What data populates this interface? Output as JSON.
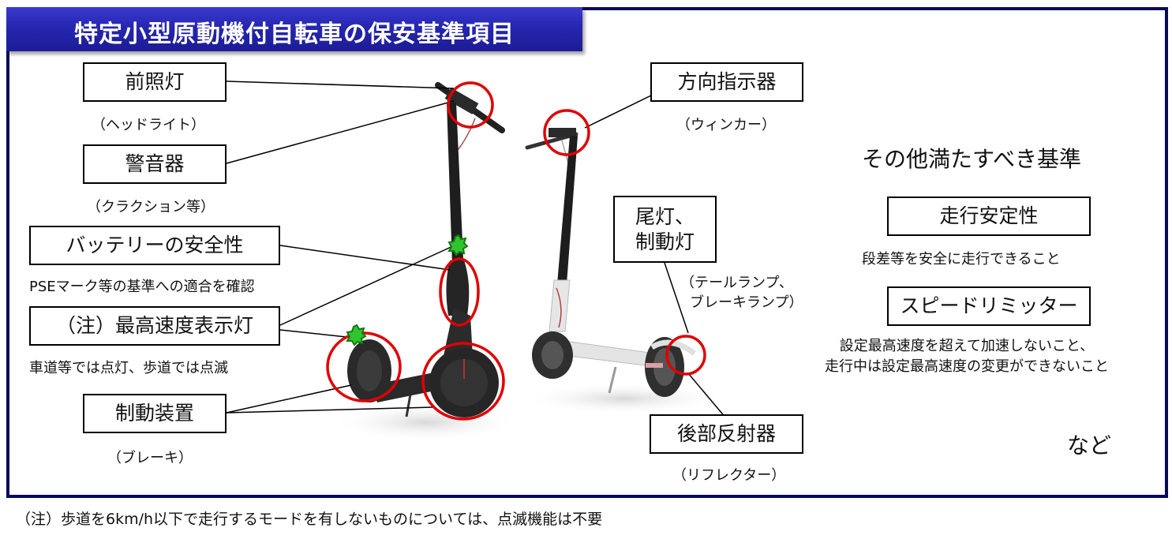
{
  "title": "特定小型原動機付自転車の保安基準項目",
  "colors": {
    "frame_border": "#0a0a5a",
    "title_bg": "#2626b0",
    "marker_circle": "#e00000",
    "marker_star": "#22aa22"
  },
  "left_items": [
    {
      "label": "前照灯",
      "note": "（ヘッドライト）"
    },
    {
      "label": "警音器",
      "note": "（クラクション等）"
    },
    {
      "label": "バッテリーの安全性",
      "note": "PSEマーク等の基準への適合を確認"
    },
    {
      "label": "（注）最高速度表示灯",
      "note": "車道等では点灯、歩道では点滅"
    },
    {
      "label": "制動装置",
      "note": "（ブレーキ）"
    }
  ],
  "right_items": [
    {
      "label": "方向指示器",
      "note": "（ウィンカー）"
    },
    {
      "label_line1": "尾灯、",
      "label_line2": "制動灯",
      "note_line1": "（テールランプ、",
      "note_line2": "ブレーキランプ）"
    },
    {
      "label": "後部反射器",
      "note": "（リフレクター）"
    }
  ],
  "other_standards": {
    "heading": "その他満たすべき基準",
    "items": [
      {
        "label": "走行安定性",
        "note": "段差等を安全に走行できること"
      },
      {
        "label": "スピードリミッター",
        "note_line1": "設定最高速度を超えて加速しないこと、",
        "note_line2": "走行中は設定最高速度の変更ができないこと"
      }
    ],
    "etc": "など"
  },
  "footnote": "（注）歩道を6km/h以下で走行するモードを有しないものについては、点滅機能は不要"
}
